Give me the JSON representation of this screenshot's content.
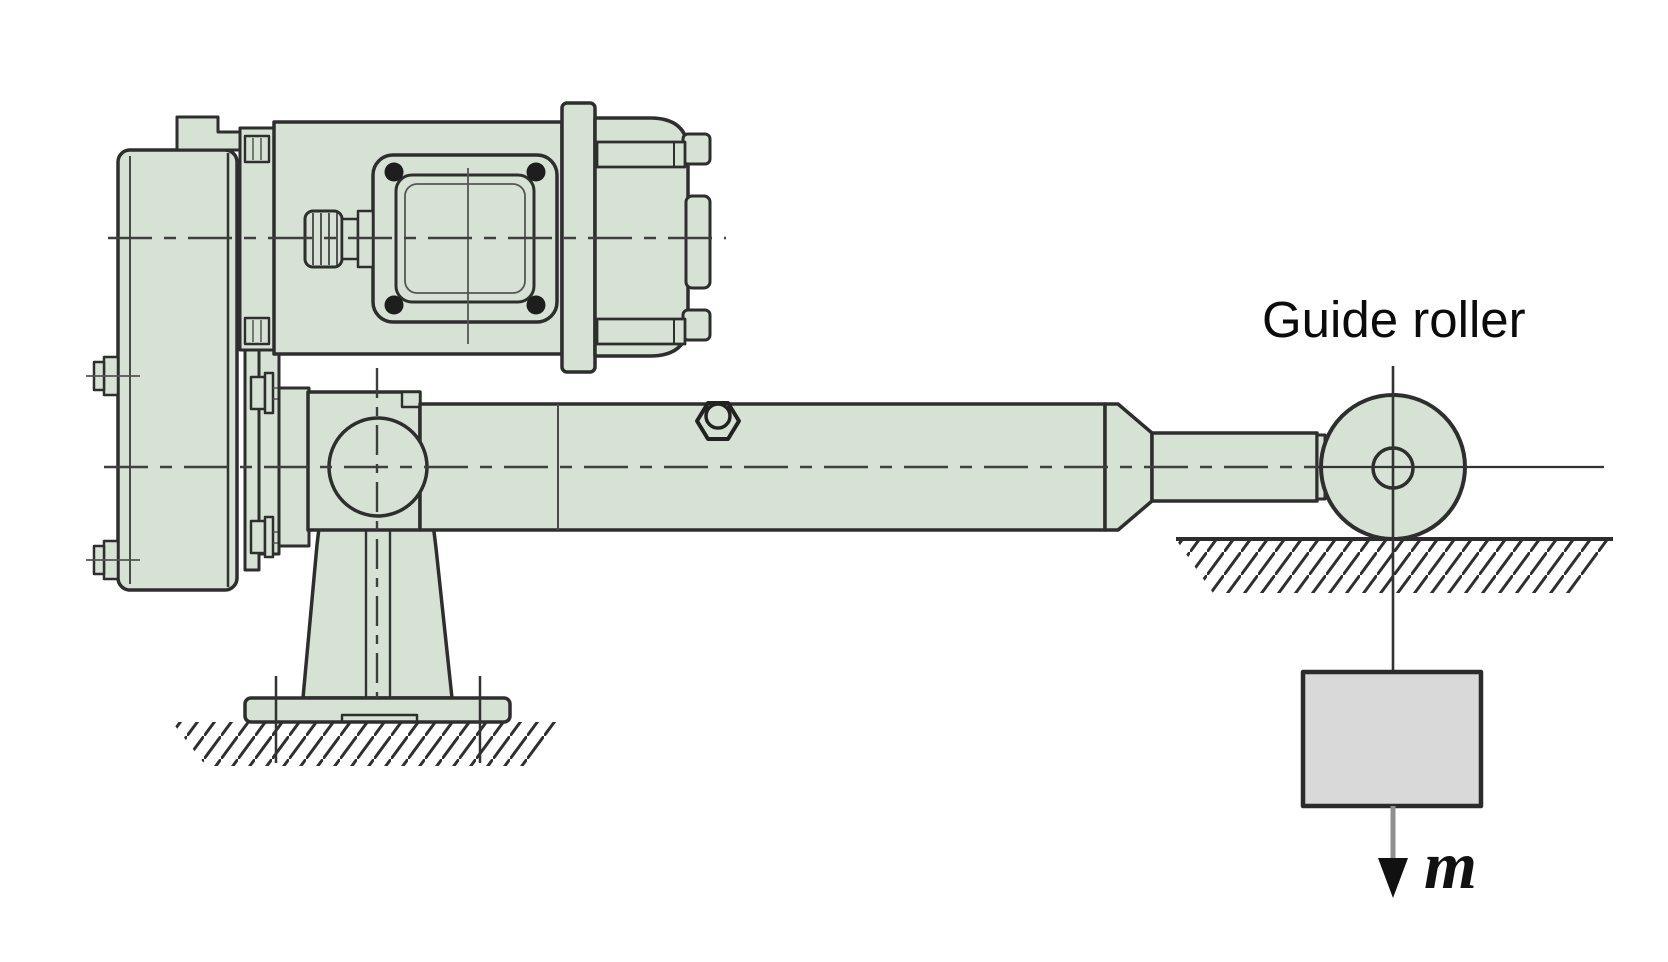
{
  "diagram": {
    "labels": {
      "guide_roller": "Guide roller",
      "mass_symbol": "m"
    },
    "colors": {
      "machine_fill": "#d6e3d4",
      "outline": "#2e2e2e",
      "centerline": "#3f3f3f",
      "hatch": "#2f2f2f",
      "mass_fill": "#d9d9d9",
      "arrow_shaft": "#8f8f8f",
      "arrow_head": "#111111",
      "background": "#ffffff",
      "text": "#0b0b0b"
    },
    "components": [
      "gear-motor",
      "gearbox-housing",
      "terminal-box",
      "cable-gland",
      "motor-rear-flange",
      "motor-end-bell",
      "trunnion-pedestal",
      "pivot-ball",
      "foundation-hatch",
      "anchor-bolts",
      "cylinder-tube",
      "vent-plug",
      "piston-rod",
      "guide-roller",
      "support-wall-hatch",
      "load-line",
      "suspended-mass",
      "down-arrow"
    ]
  }
}
